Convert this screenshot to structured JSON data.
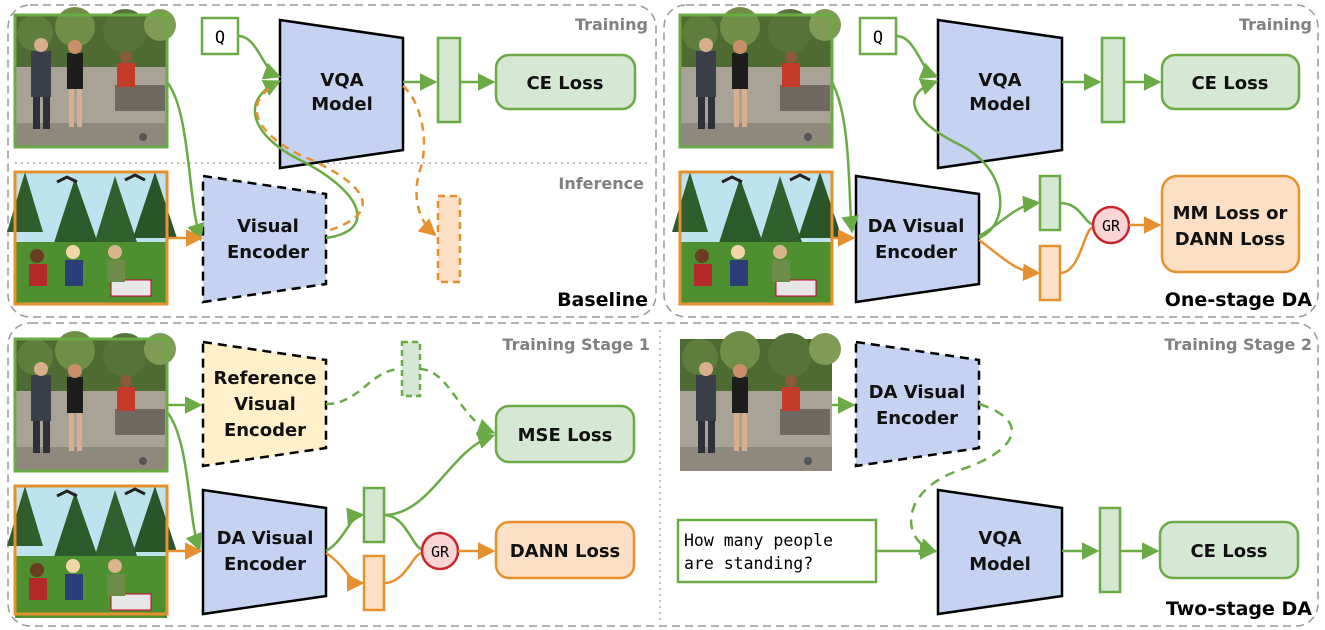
{
  "colors": {
    "green": "#6aab45",
    "green_fill": "#d5e8d4",
    "orange": "#e6912f",
    "orange_fill": "#fbe0c5",
    "blue_fill": "#c5d2f2",
    "yellow_fill": "#fff0c9",
    "red": "#c9252c",
    "red_fill": "#f8d4d4"
  },
  "panels": {
    "baseline": {
      "top_label": "Training",
      "mid_label": "Inference",
      "name": "Baseline",
      "question": "Q",
      "vqa_line1": "VQA",
      "vqa_line2": "Model",
      "loss": "CE Loss",
      "encoder_line1": "Visual",
      "encoder_line2": "Encoder"
    },
    "one_stage": {
      "top_label": "Training",
      "name": "One-stage DA",
      "question": "Q",
      "vqa_line1": "VQA",
      "vqa_line2": "Model",
      "loss": "CE Loss",
      "encoder_line1": "DA Visual",
      "encoder_line2": "Encoder",
      "gr": "GR",
      "da_loss_line1": "MM Loss or",
      "da_loss_line2": "DANN Loss"
    },
    "stage1": {
      "top_label": "Training Stage 1",
      "ref_line1": "Reference",
      "ref_line2": "Visual",
      "ref_line3": "Encoder",
      "mse_loss": "MSE Loss",
      "encoder_line1": "DA Visual",
      "encoder_line2": "Encoder",
      "gr": "GR",
      "dann_loss": "DANN Loss"
    },
    "stage2": {
      "top_label": "Training Stage 2",
      "name": "Two-stage DA",
      "encoder_line1": "DA Visual",
      "encoder_line2": "Encoder",
      "question_line1": "How many people",
      "question_line2": "are standing?",
      "vqa_line1": "VQA",
      "vqa_line2": "Model",
      "loss": "CE Loss"
    }
  }
}
